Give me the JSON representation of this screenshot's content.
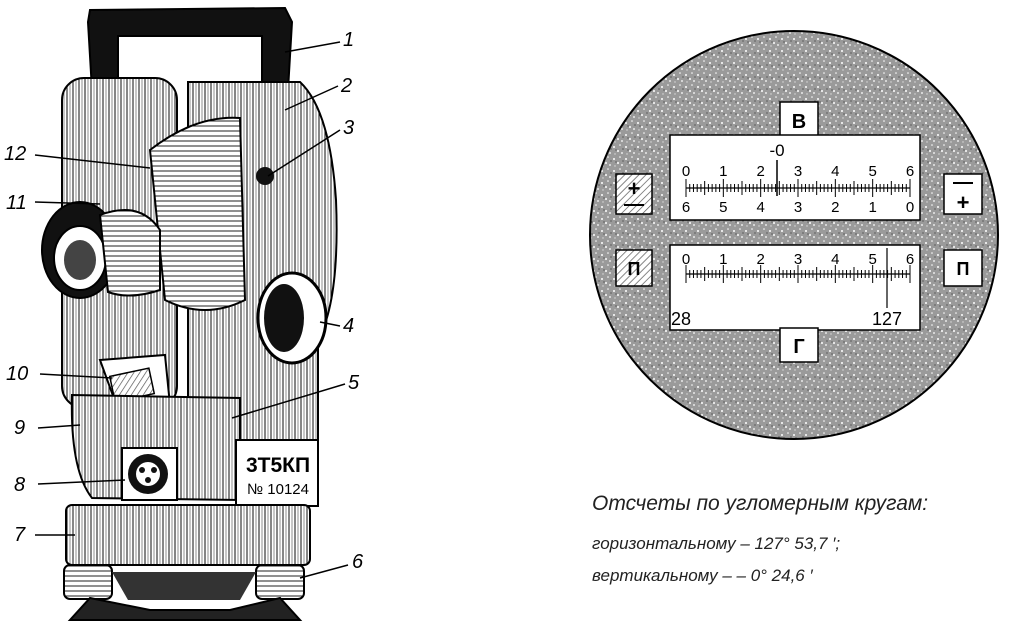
{
  "instrument": {
    "model": "3Т5КП",
    "serial": "№ 10124"
  },
  "callouts": [
    "1",
    "2",
    "3",
    "4",
    "5",
    "6",
    "7",
    "8",
    "9",
    "10",
    "11",
    "12"
  ],
  "readout": {
    "vertical_letter": "В",
    "horizontal_letter": "Г",
    "zero_mark": "-0",
    "scale_top_numbers": [
      "0",
      "1",
      "2",
      "3",
      "4",
      "5",
      "6"
    ],
    "scale_bottom_numbers": [
      "6",
      "5",
      "4",
      "3",
      "2",
      "1",
      "0"
    ],
    "scale_h_numbers": [
      "0",
      "1",
      "2",
      "3",
      "4",
      "5",
      "6"
    ],
    "left_sign_vertical": "+",
    "right_sign_vertical": "+",
    "left_letter_horizontal": "П",
    "right_letter_horizontal": "П",
    "h_degree_left": "28",
    "h_degree_right": "127"
  },
  "caption": {
    "title": "Отсчеты по угломерным кругам:",
    "horizontal": "горизонтальному –  127° 53,7 ′;",
    "vertical": "вертикальному –    – 0° 24,6 ′"
  },
  "colors": {
    "ink": "#111111",
    "body": "#ffffff",
    "field": "#b8b8b8"
  }
}
